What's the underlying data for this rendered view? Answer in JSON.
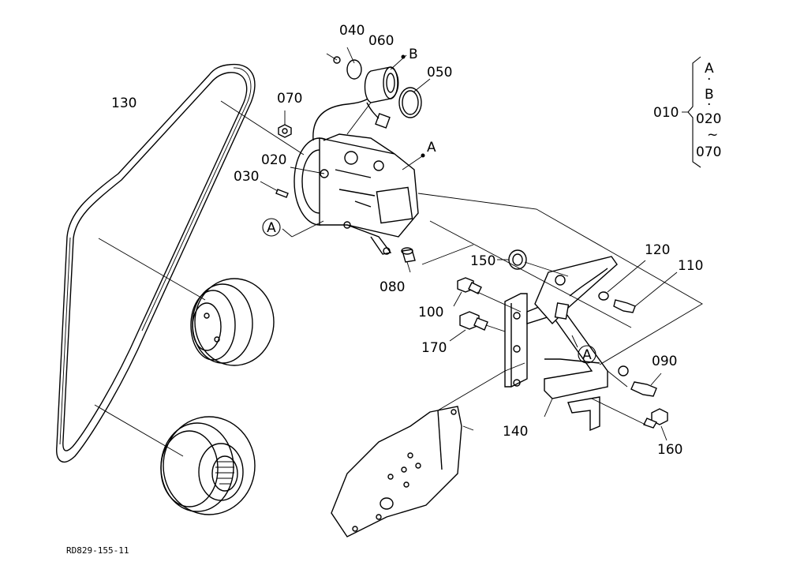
{
  "diagram_id": "RD829-155-11",
  "reference_markers": {
    "circle_a": "A",
    "ref_a": "A",
    "ref_b": "B"
  },
  "bracket_note": {
    "a": "A",
    "dot1": "·",
    "b": "B",
    "dot2": "·",
    "from": "020",
    "tilde": "~",
    "to": "070",
    "group": "010"
  },
  "callouts": {
    "p040": "040",
    "p060": "060",
    "p050": "050",
    "p070": "070",
    "p020": "020",
    "p030": "030",
    "p080": "080",
    "p130": "130",
    "p150": "150",
    "p120": "120",
    "p110": "110",
    "p100": "100",
    "p170": "170",
    "p090": "090",
    "p140": "140",
    "p160": "160"
  }
}
